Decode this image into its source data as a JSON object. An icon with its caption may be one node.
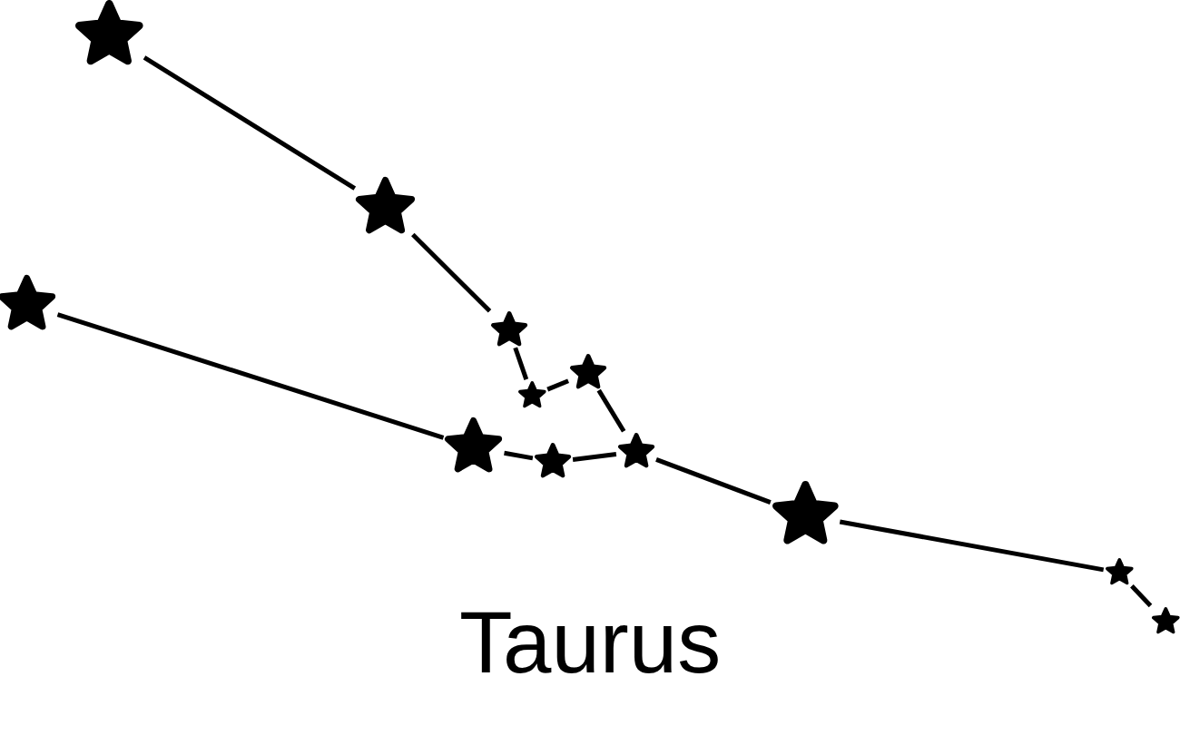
{
  "diagram": {
    "title": "Taurus",
    "nodes": [
      {
        "text": [],
        "shape": "star"
      },
      {
        "text": [],
        "shape": "star"
      },
      {
        "text": [],
        "shape": "star"
      },
      {
        "text": [],
        "shape": "star"
      },
      {
        "text": [],
        "shape": "star"
      },
      {
        "text": [],
        "shape": "star"
      },
      {
        "text": [],
        "shape": "star"
      },
      {
        "text": [],
        "shape": "star"
      },
      {
        "text": [],
        "shape": "star"
      },
      {
        "text": [],
        "shape": "star"
      },
      {
        "text": [],
        "shape": "star"
      },
      {
        "text": [],
        "shape": "star"
      }
    ],
    "edges": [
      {
        "from": 1,
        "to": 2,
        "arrow": "none"
      },
      {
        "from": 2,
        "to": 4,
        "arrow": "none"
      },
      {
        "from": 4,
        "to": 5,
        "arrow": "none"
      },
      {
        "from": 5,
        "to": 7,
        "arrow": "none"
      },
      {
        "from": 7,
        "to": 8,
        "arrow": "none"
      },
      {
        "from": 0,
        "to": 3,
        "arrow": "none"
      },
      {
        "from": 3,
        "to": 6,
        "arrow": "none"
      },
      {
        "from": 6,
        "to": 8,
        "arrow": "none"
      },
      {
        "from": 8,
        "to": 9,
        "arrow": "none"
      },
      {
        "from": 9,
        "to": 10,
        "arrow": "none"
      },
      {
        "from": 10,
        "to": 11,
        "arrow": "none"
      }
    ]
  }
}
